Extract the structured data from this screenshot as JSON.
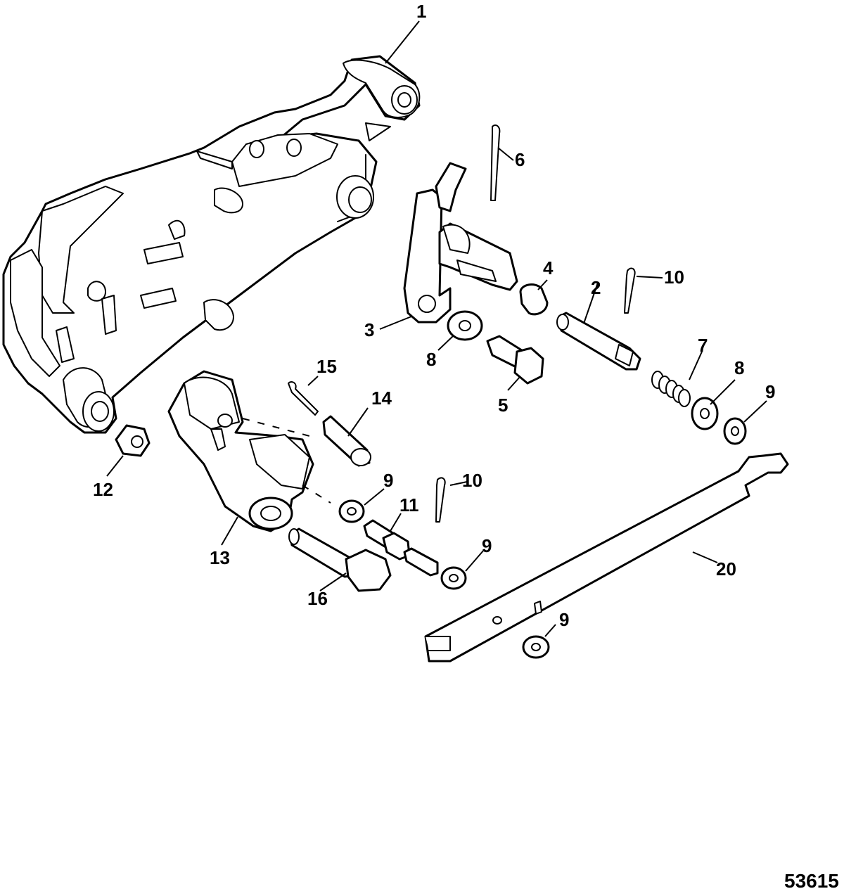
{
  "figure_number": "53615",
  "callouts": {
    "c1": "1",
    "c2": "2",
    "c3": "3",
    "c4": "4",
    "c5": "5",
    "c6": "6",
    "c7": "7",
    "c8a": "8",
    "c8b": "8",
    "c9a": "9",
    "c9b": "9",
    "c9c": "9",
    "c9d": "9",
    "c10a": "10",
    "c10b": "10",
    "c11": "11",
    "c12": "12",
    "c13": "13",
    "c14": "14",
    "c15": "15",
    "c16": "16",
    "c20": "20"
  }
}
